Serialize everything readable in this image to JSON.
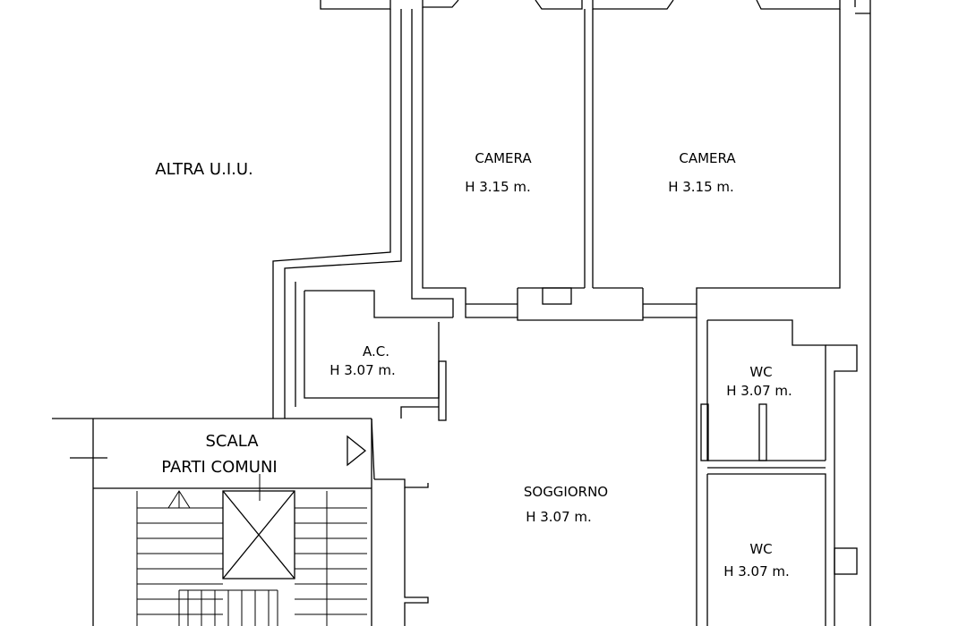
{
  "rooms": {
    "altra": {
      "name": "ALTRA U.I.U."
    },
    "camera1": {
      "name": "CAMERA",
      "height": "H 3.15 m."
    },
    "camera2": {
      "name": "CAMERA",
      "height": "H 3.15 m."
    },
    "ac": {
      "name": "A.C.",
      "height": "H 3.07 m."
    },
    "wc1": {
      "name": "WC",
      "height": "H 3.07 m."
    },
    "wc2": {
      "name": "WC",
      "height": "H 3.07 m."
    },
    "soggiorno": {
      "name": "SOGGIORNO",
      "height": "H 3.07 m."
    },
    "scala": {
      "name": "SCALA",
      "subtitle": "PARTI COMUNI"
    }
  },
  "colors": {
    "line": "#000000",
    "background": "#ffffff"
  }
}
